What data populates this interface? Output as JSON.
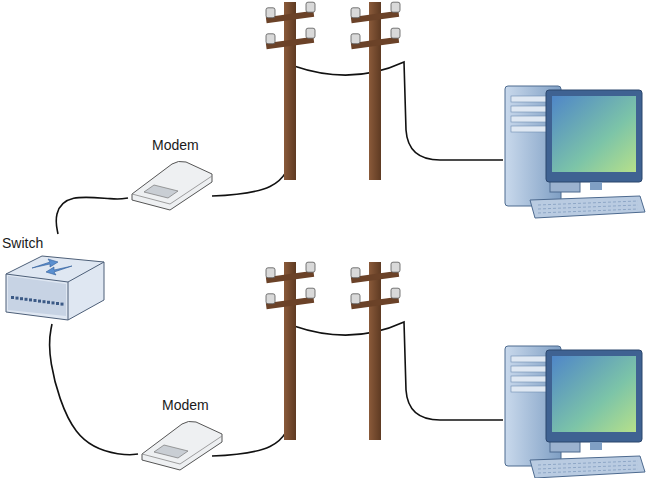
{
  "diagram": {
    "nodes": [
      {
        "text": [
          "Modem"
        ]
      },
      {
        "text": [
          "Switch"
        ]
      },
      {
        "text": [
          "Modem"
        ]
      }
    ],
    "edges": [
      {
        "from": 1,
        "to": 0,
        "arrow": "none"
      },
      {
        "from": 1,
        "to": 2,
        "arrow": "none"
      }
    ]
  }
}
